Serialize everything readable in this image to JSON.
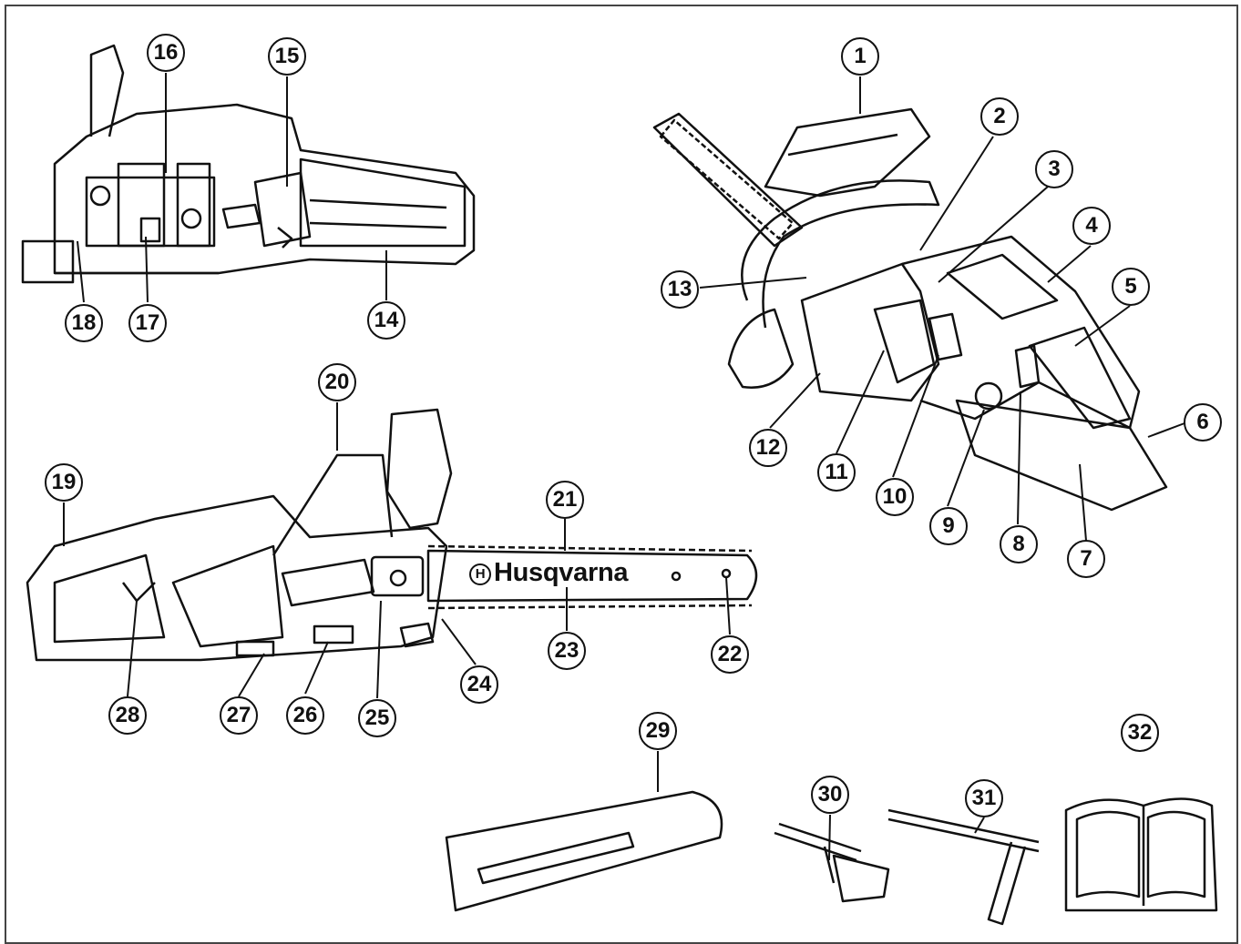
{
  "brand_label": "Husqvarna",
  "callouts": [
    {
      "num": "1"
    },
    {
      "num": "2"
    },
    {
      "num": "3"
    },
    {
      "num": "4"
    },
    {
      "num": "5"
    },
    {
      "num": "6"
    },
    {
      "num": "7"
    },
    {
      "num": "8"
    },
    {
      "num": "9"
    },
    {
      "num": "10"
    },
    {
      "num": "11"
    },
    {
      "num": "12"
    },
    {
      "num": "13"
    },
    {
      "num": "14"
    },
    {
      "num": "15"
    },
    {
      "num": "16"
    },
    {
      "num": "17"
    },
    {
      "num": "18"
    },
    {
      "num": "19"
    },
    {
      "num": "20"
    },
    {
      "num": "21"
    },
    {
      "num": "22"
    },
    {
      "num": "23"
    },
    {
      "num": "24"
    },
    {
      "num": "25"
    },
    {
      "num": "26"
    },
    {
      "num": "27"
    },
    {
      "num": "28"
    },
    {
      "num": "29"
    },
    {
      "num": "30"
    },
    {
      "num": "31"
    },
    {
      "num": "32"
    }
  ],
  "colors": {
    "line": "#111111",
    "background": "#ffffff"
  }
}
